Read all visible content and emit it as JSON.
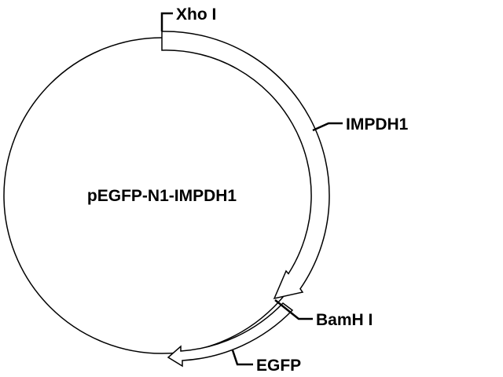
{
  "plasmid": {
    "name": "pEGFP-N1-IMPDH1"
  },
  "sites": {
    "xho": "Xho I",
    "bamh": "BamH I"
  },
  "features": {
    "impdh1": "IMPDH1",
    "egfp": "EGFP"
  },
  "colors": {
    "line": "#000000",
    "arrow_fill": "#ffffff",
    "background": "#ffffff"
  }
}
